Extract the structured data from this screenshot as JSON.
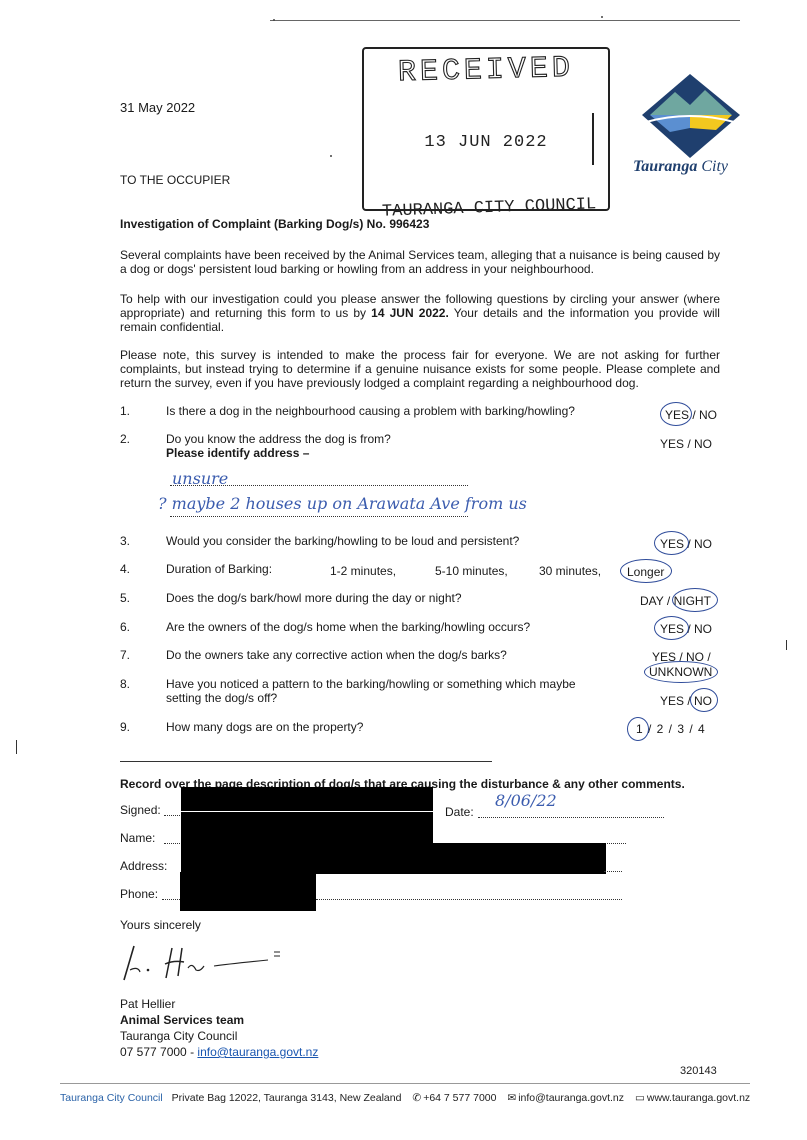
{
  "letter": {
    "date": "31 May 2022",
    "recipient": "TO THE OCCUPIER",
    "heading": "Investigation of Complaint (Barking Dog/s) No. 996423",
    "paragraphs": [
      "Several complaints have been received by the Animal Services team, alleging that a nuisance is being caused by a dog or dogs' persistent loud barking or howling from an address in your neighbourhood.",
      "To help with our investigation could you please answer the following questions by circling your answer (where appropriate) and returning this form to us by",
      "14 JUN 2022.",
      "Your details and the information you provide will remain confidential.",
      "Please note, this survey is intended to make the process fair for everyone. We are not asking for further complaints, but instead trying to determine if a genuine nuisance exists for some people. Please complete and return the survey, even if you have previously lodged a complaint regarding a neighbourhood dog."
    ]
  },
  "stamp": {
    "title": "RECEIVED",
    "date": "13 JUN 2022",
    "council": "TAURANGA CITY COUNCIL"
  },
  "logo": {
    "name_italic": "Tauranga",
    "name_rest": "City",
    "colors": {
      "navy": "#1f3f6e",
      "yellow": "#f2c81f",
      "blue": "#5b8fd1",
      "teal": "#6fa7a0"
    }
  },
  "questions": [
    {
      "num": "1.",
      "text": "Is there a dog in the neighbourhood causing a problem with barking/howling?",
      "answer": "YES / NO",
      "circled": "YES"
    },
    {
      "num": "2.",
      "text": "Do you know the address the dog is from?",
      "subtext": "Please identify address –",
      "answer": "YES / NO",
      "circled": ""
    },
    {
      "num": "3.",
      "text": "Would you consider the barking/howling to be loud and persistent?",
      "answer": "YES / NO",
      "circled": "YES"
    },
    {
      "num": "4.",
      "text": "Duration of Barking:",
      "options": [
        "1-2 minutes,",
        "5-10 minutes,",
        "30 minutes,",
        "Longer"
      ],
      "circled": "Longer"
    },
    {
      "num": "5.",
      "text": "Does the dog/s bark/howl more during the day or night?",
      "answer": "DAY / NIGHT",
      "circled": "NIGHT"
    },
    {
      "num": "6.",
      "text": "Are the owners of the dog/s home when the barking/howling occurs?",
      "answer": "YES / NO",
      "circled": "YES"
    },
    {
      "num": "7.",
      "text": "Do the owners take any corrective action when the dog/s barks?",
      "answer": "YES / NO /",
      "answer2": "UNKNOWN",
      "circled": "UNKNOWN"
    },
    {
      "num": "8.",
      "text": "Have you noticed a pattern to the barking/howling or something which maybe setting the dog/s off?",
      "answer": "YES / NO",
      "circled": "NO"
    },
    {
      "num": "9.",
      "text": "How many dogs are on the property?",
      "answer": "1 / 2 / 3 / 4",
      "circled": "1"
    }
  ],
  "handwriting": {
    "address_line1": "unsure",
    "address_line2": "? maybe 2 houses up on Arawata Ave from us",
    "date": "8/06/22",
    "signature": "P. Hel"
  },
  "form": {
    "record_heading": "Record over the page description of dog/s that are causing the disturbance & any other comments.",
    "signed_label": "Signed:",
    "date_label": "Date:",
    "name_label": "Name:",
    "address_label": "Address:",
    "phone_label": "Phone:"
  },
  "closing": {
    "salutation": "Yours sincerely",
    "name": "Pat Hellier",
    "team": "Animal Services team",
    "org": "Tauranga City Council",
    "phone": "07 577 7000 -",
    "email": "info@tauranga.govt.nz"
  },
  "reference": "320143",
  "footer": {
    "brand": "Tauranga City Council",
    "address": "Private Bag 12022, Tauranga 3143, New Zealand",
    "phone": "+64 7 577 7000",
    "email": "info@tauranga.govt.nz",
    "web": "www.tauranga.govt.nz"
  }
}
